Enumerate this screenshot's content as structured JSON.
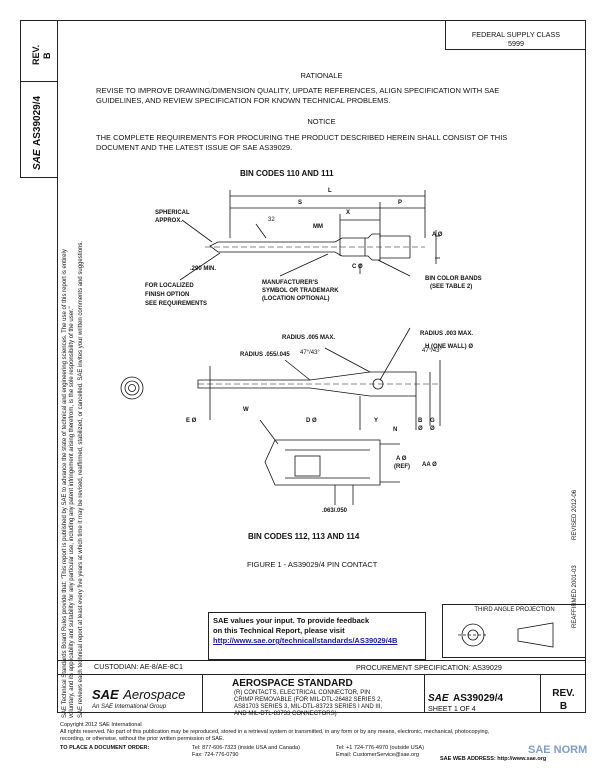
{
  "side": {
    "rev_title": "REV.",
    "rev_value": "B",
    "doc_number": "AS39029/4",
    "sae_logo": "SAE",
    "disclaimer_1": "SAE Technical Standards Board Rules provide that: \"This report is published by SAE to advance the state of technical and engineering sciences. The use of this report is entirely",
    "disclaimer_2": "voluntary, and its applicability and suitability for any particular use, including any patent infringement arising therefrom, is the sole responsibility of the user.\"",
    "disclaimer_3": "SAE reviews each technical report at least every five years at which time it may be revised, reaffirmed, stabilized, or cancelled. SAE invites your written comments and suggestions."
  },
  "header": {
    "federal_supply": "FEDERAL SUPPLY CLASS",
    "fsc": "5999"
  },
  "rationale": {
    "title": "RATIONALE",
    "line1": "REVISE TO IMPROVE DRAWING/DIMENSION QUALITY, UPDATE REFERENCES, ALIGN SPECIFICATION WITH SAE",
    "line2": "GUIDELINES, AND REVIEW SPECIFICATION FOR KNOWN TECHNICAL PROBLEMS."
  },
  "notice": {
    "title": "NOTICE",
    "line1": "THE COMPLETE REQUIREMENTS FOR PROCURING THE PRODUCT DESCRIBED HEREIN SHALL CONSIST OF THIS",
    "line2": "DOCUMENT AND THE LATEST ISSUE OF SAE AS39029."
  },
  "drawing1": {
    "title": "BIN CODES 110 AND 111",
    "spherical": "SPHERICAL",
    "approx": "APPROX.",
    "l": "L",
    "s": "S",
    "p": "P",
    "x": "X",
    "mm": "MM",
    "deg": "32",
    "a": "A Ø",
    "dia290": ".290 MIN.",
    "c": "C Ø",
    "for_localized": "FOR LOCALIZED",
    "finish_option": "FINISH OPTION",
    "see_req": "SEE REQUIREMENTS",
    "manufacturer": "MANUFACTURER'S",
    "symbol": "SYMBOL OR TRADEMARK",
    "location": "(LOCATION OPTIONAL)",
    "bin_color": "BIN COLOR BANDS",
    "see_table": "(SEE TABLE 2)"
  },
  "drawing2": {
    "radius003": "RADIUS .003 MAX.",
    "h": "H (ONE WALL) Ø",
    "radius005": "RADIUS .005 MAX.",
    "angle1": "47°/43°",
    "angle2": "47°/43°",
    "radius055": "RADIUS .055/.045",
    "e": "E Ø",
    "d": "D Ø",
    "y": "Y",
    "n": "N",
    "b": "B",
    "b2": "Ø",
    "g": "G",
    "g2": "Ø",
    "w": "W",
    "a2": "A Ø",
    "ref": "(REF)",
    "aa": "AA Ø",
    "dim063": ".063/.050",
    "title": "BIN CODES 112, 113 AND 114"
  },
  "figure_caption": "FIGURE 1 - AS39029/4 PIN CONTACT",
  "right_margin": {
    "reaffirmed": "REAFFIRMED 2001-03",
    "revised": "REVISED 2012-06"
  },
  "feedback": {
    "line1": "SAE values your input. To provide feedback",
    "line2": "on this Technical Report, please visit",
    "link": "http://www.sae.org/technical/standards/AS39029/4B"
  },
  "projection": {
    "label": "THIRD ANGLE PROJECTION"
  },
  "custodian": {
    "label": "CUSTODIAN: AE-8/AE-8C1",
    "procurement": "PROCUREMENT SPECIFICATION: AS39029"
  },
  "title_block": {
    "brand_sae": "SAE",
    "brand_aero": "Aerospace",
    "brand_sub": "An SAE International Group",
    "standard": "AEROSPACE STANDARD",
    "desc1": "(R) CONTACTS, ELECTRICAL CONNECTOR, PIN",
    "desc2": "CRIMP REMOVABLE (FOR MIL-DTL-26482 SERIES 2,",
    "desc3": "AS81703 SERIES 3, MIL-DTL-83723 SERIES I AND III,",
    "desc4": "AND MIL-DTL-83733 CONNECTORS)",
    "doc_sae": "SAE",
    "doc_num": "AS39029/4",
    "sheet": "SHEET 1 OF 4",
    "rev_label": "REV.",
    "rev_value": "B"
  },
  "footer": {
    "copyright1": "Copyright 2012 SAE International",
    "copyright2": "All rights reserved. No part of this publication may be reproduced, stored in a retrieval system or transmitted, in any form or by any means, electronic, mechanical, photocopying,",
    "copyright3": "recording, or otherwise, without the prior written permission of SAE.",
    "order": "TO PLACE A DOCUMENT ORDER:",
    "tel1": "Tel: 877-606-7323 (inside USA and Canada)",
    "fax": "Fax: 724-776-0790",
    "tel2": "Tel: +1 724-776-4970 (outside USA)",
    "email": "Email: CustomerService@sae.org",
    "web": "SAE WEB ADDRESS: http://www.sae.org",
    "watermark": "SAE NORM"
  }
}
